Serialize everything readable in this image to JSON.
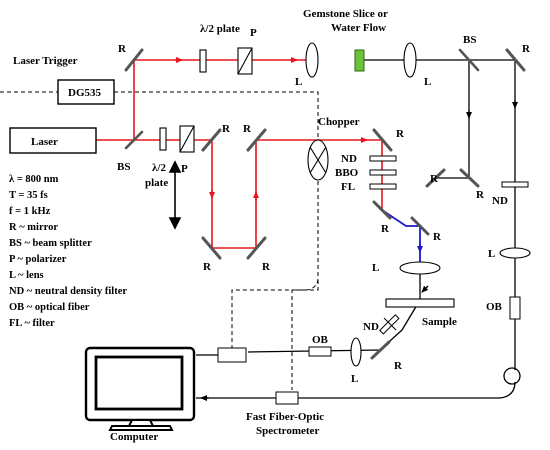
{
  "labels": {
    "gemstone_line1": "Gemstone Slice or",
    "gemstone_line2": "Water Flow",
    "laser_trigger": "Laser Trigger",
    "dg535": "DG535",
    "laser": "Laser",
    "half_wave_plate": "λ/2 plate",
    "half_wave_2_line1": "λ/2",
    "half_wave_2_line2": "plate",
    "polarizer": "P",
    "mirror": "R",
    "lens": "L",
    "beam_splitter": "BS",
    "chopper": "Chopper",
    "nd": "ND",
    "bbo": "BBO",
    "fl": "FL",
    "sample": "Sample",
    "ob": "OB",
    "computer": "Computer",
    "spectrometer_line1": "Fast Fiber-Optic",
    "spectrometer_line2": "Spectrometer"
  },
  "legend": [
    "λ = 800 nm",
    "T = 35 fs",
    "f = 1 kHz",
    "R ~ mirror",
    "BS ~ beam splitter",
    "P ~ polarizer",
    "L ~ lens",
    "ND ~ neutral density filter",
    "OB ~ optical fiber",
    "FL ~ filter"
  ],
  "colors": {
    "red_beam": "#e8161c",
    "blue_beam": "#1a1acc",
    "gemstone": "#6cc23a",
    "black": "#000000"
  }
}
